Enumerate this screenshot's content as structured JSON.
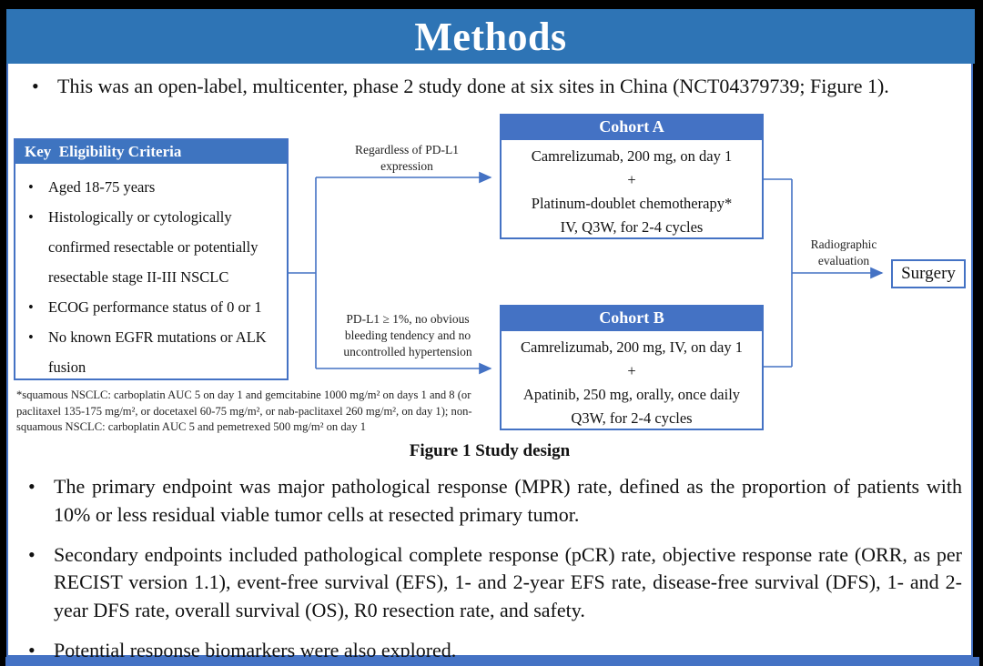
{
  "slide": {
    "title": "Methods",
    "intro": "This was an open-label, multicenter, phase 2 study done at six sites in China (NCT04379739; Figure 1)."
  },
  "colors": {
    "title_bar_blue": "#2E74B5",
    "box_header_blue": "#4472C4",
    "connector_blue": "#4472C4",
    "background": "#000000",
    "content_background": "#FFFFFF"
  },
  "diagram": {
    "eligibility": {
      "header": "Key  Eligibility Criteria",
      "items": [
        "Aged 18-75 years",
        "Histologically or cytologically confirmed resectable or potentially resectable stage II-III NSCLC",
        "ECOG performance status of 0 or 1",
        "No known EGFR mutations or ALK fusion"
      ]
    },
    "branch_top_label": "Regardless of PD-L1 expression",
    "branch_bottom_label": "PD-L1 ≥ 1%, no obvious bleeding tendency and no uncontrolled hypertension",
    "cohort_a": {
      "header": "Cohort A",
      "lines": [
        "Camrelizumab, 200 mg, on day 1",
        "+",
        "Platinum-doublet chemotherapy*",
        "IV, Q3W, for 2-4 cycles"
      ]
    },
    "cohort_b": {
      "header": "Cohort B",
      "lines": [
        "Camrelizumab, 200 mg, IV, on day 1",
        "+",
        "Apatinib, 250 mg, orally, once daily",
        "Q3W, for 2-4 cycles"
      ]
    },
    "evaluation_label": "Radiographic evaluation",
    "surgery_label": "Surgery",
    "footnote": "*squamous NSCLC: carboplatin AUC 5 on day 1 and gemcitabine 1000 mg/m² on days 1 and 8 (or paclitaxel 135-175 mg/m², or docetaxel 60-75 mg/m², or nab-paclitaxel 260 mg/m², on day 1); non-squamous NSCLC: carboplatin AUC 5 and pemetrexed 500 mg/m² on day 1",
    "caption": "Figure 1 Study design"
  },
  "endpoints": {
    "bullets": [
      "The primary endpoint was major pathological response (MPR) rate, defined as the proportion of patients with 10% or less residual viable tumor cells at resected primary tumor.",
      "Secondary endpoints included pathological complete response (pCR) rate, objective response rate (ORR, as per RECIST version 1.1), event-free survival (EFS), 1- and 2-year EFS rate, disease-free survival (DFS), 1- and 2-year DFS rate, overall survival (OS), R0 resection rate, and safety.",
      "Potential response biomarkers were also explored."
    ]
  }
}
